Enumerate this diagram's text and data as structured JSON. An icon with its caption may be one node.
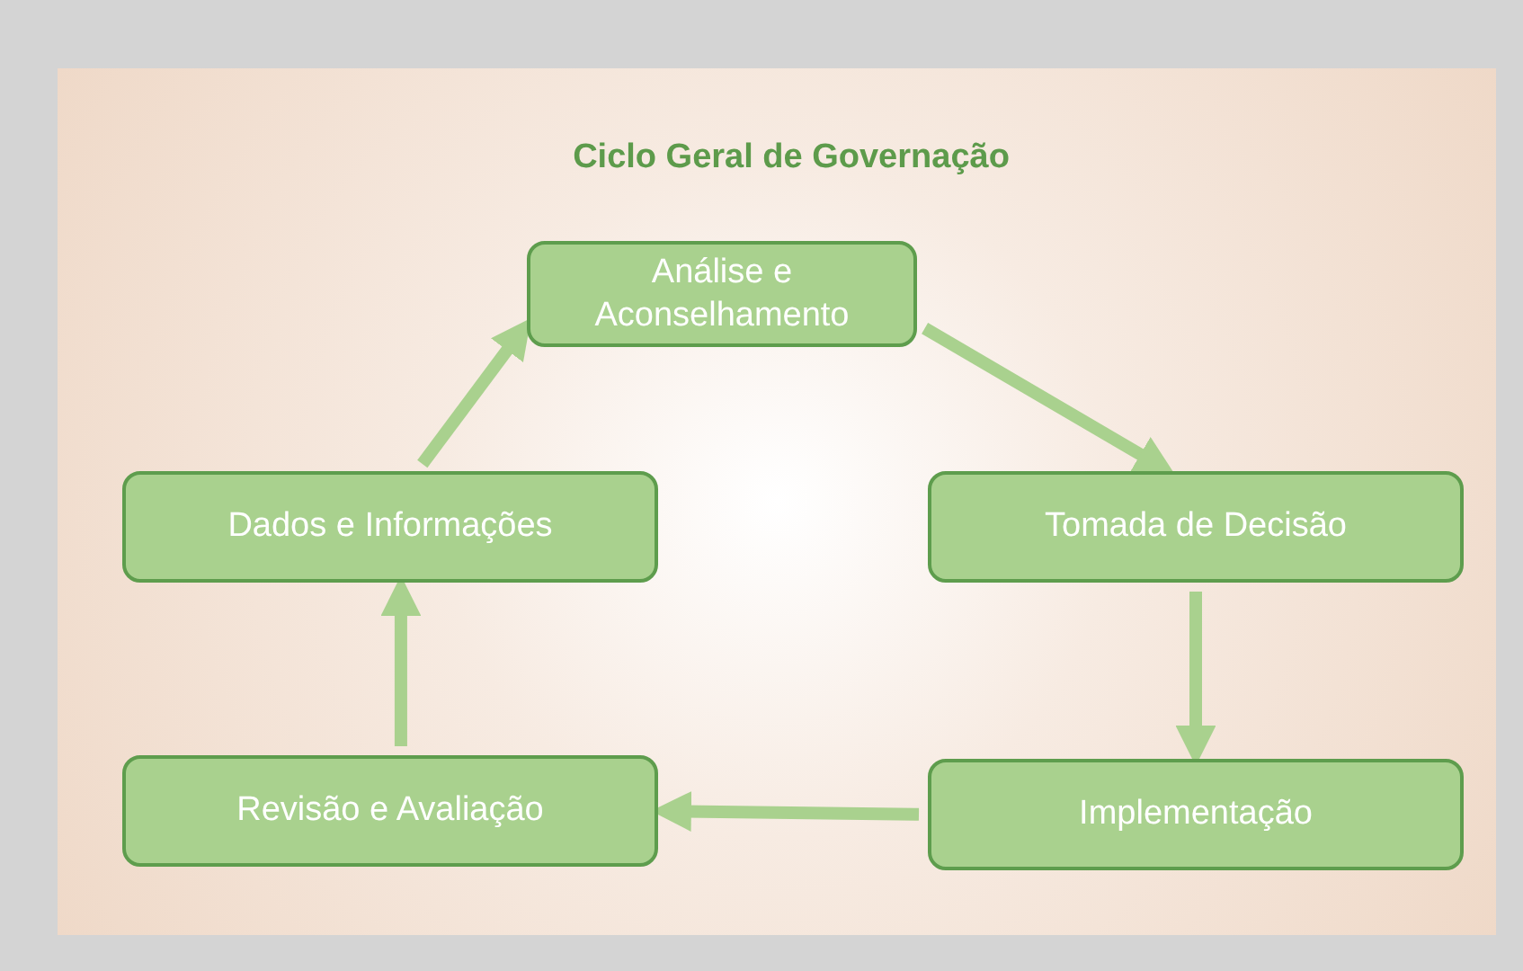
{
  "diagram": {
    "title": "Ciclo Geral de Governação",
    "nodes": [
      {
        "text": [
          "Análise e Aconselhamento"
        ]
      },
      {
        "text": [
          "Tomada de Decisão"
        ]
      },
      {
        "text": [
          "Implementação"
        ]
      },
      {
        "text": [
          "Revisão e Avaliação"
        ]
      },
      {
        "text": [
          "Dados e Informações"
        ]
      }
    ],
    "edges": [
      {
        "from": 0,
        "to": 1,
        "arrow": "to"
      },
      {
        "from": 1,
        "to": 2,
        "arrow": "to"
      },
      {
        "from": 2,
        "to": 3,
        "arrow": "to"
      },
      {
        "from": 3,
        "to": 4,
        "arrow": "to"
      },
      {
        "from": 4,
        "to": 0,
        "arrow": "to"
      }
    ]
  }
}
